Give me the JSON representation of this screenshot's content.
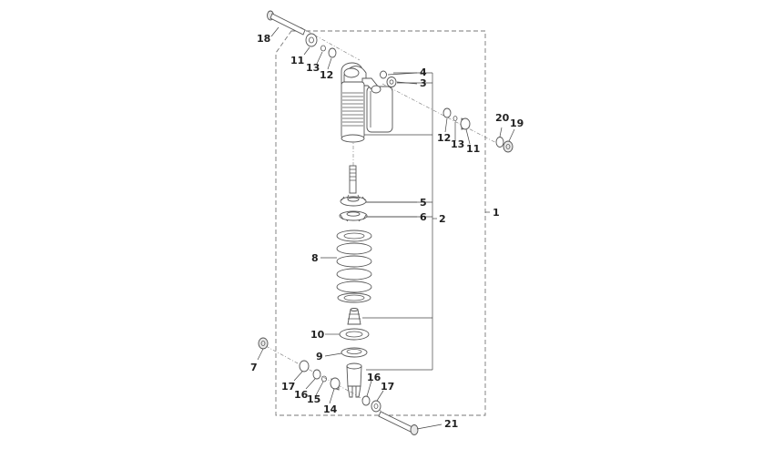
{
  "callouts": {
    "c1": "1",
    "c2": "2",
    "c3": "3",
    "c4": "4",
    "c5": "5",
    "c6": "6",
    "c7": "7",
    "c8": "8",
    "c9": "9",
    "c10": "10",
    "c11a": "11",
    "c11b": "11",
    "c12a": "12",
    "c12b": "12",
    "c13a": "13",
    "c13b": "13",
    "c14": "14",
    "c15": "15",
    "c16a": "16",
    "c16b": "16",
    "c17a": "17",
    "c17b": "17",
    "c18": "18",
    "c19": "19",
    "c20": "20",
    "c21": "21"
  }
}
